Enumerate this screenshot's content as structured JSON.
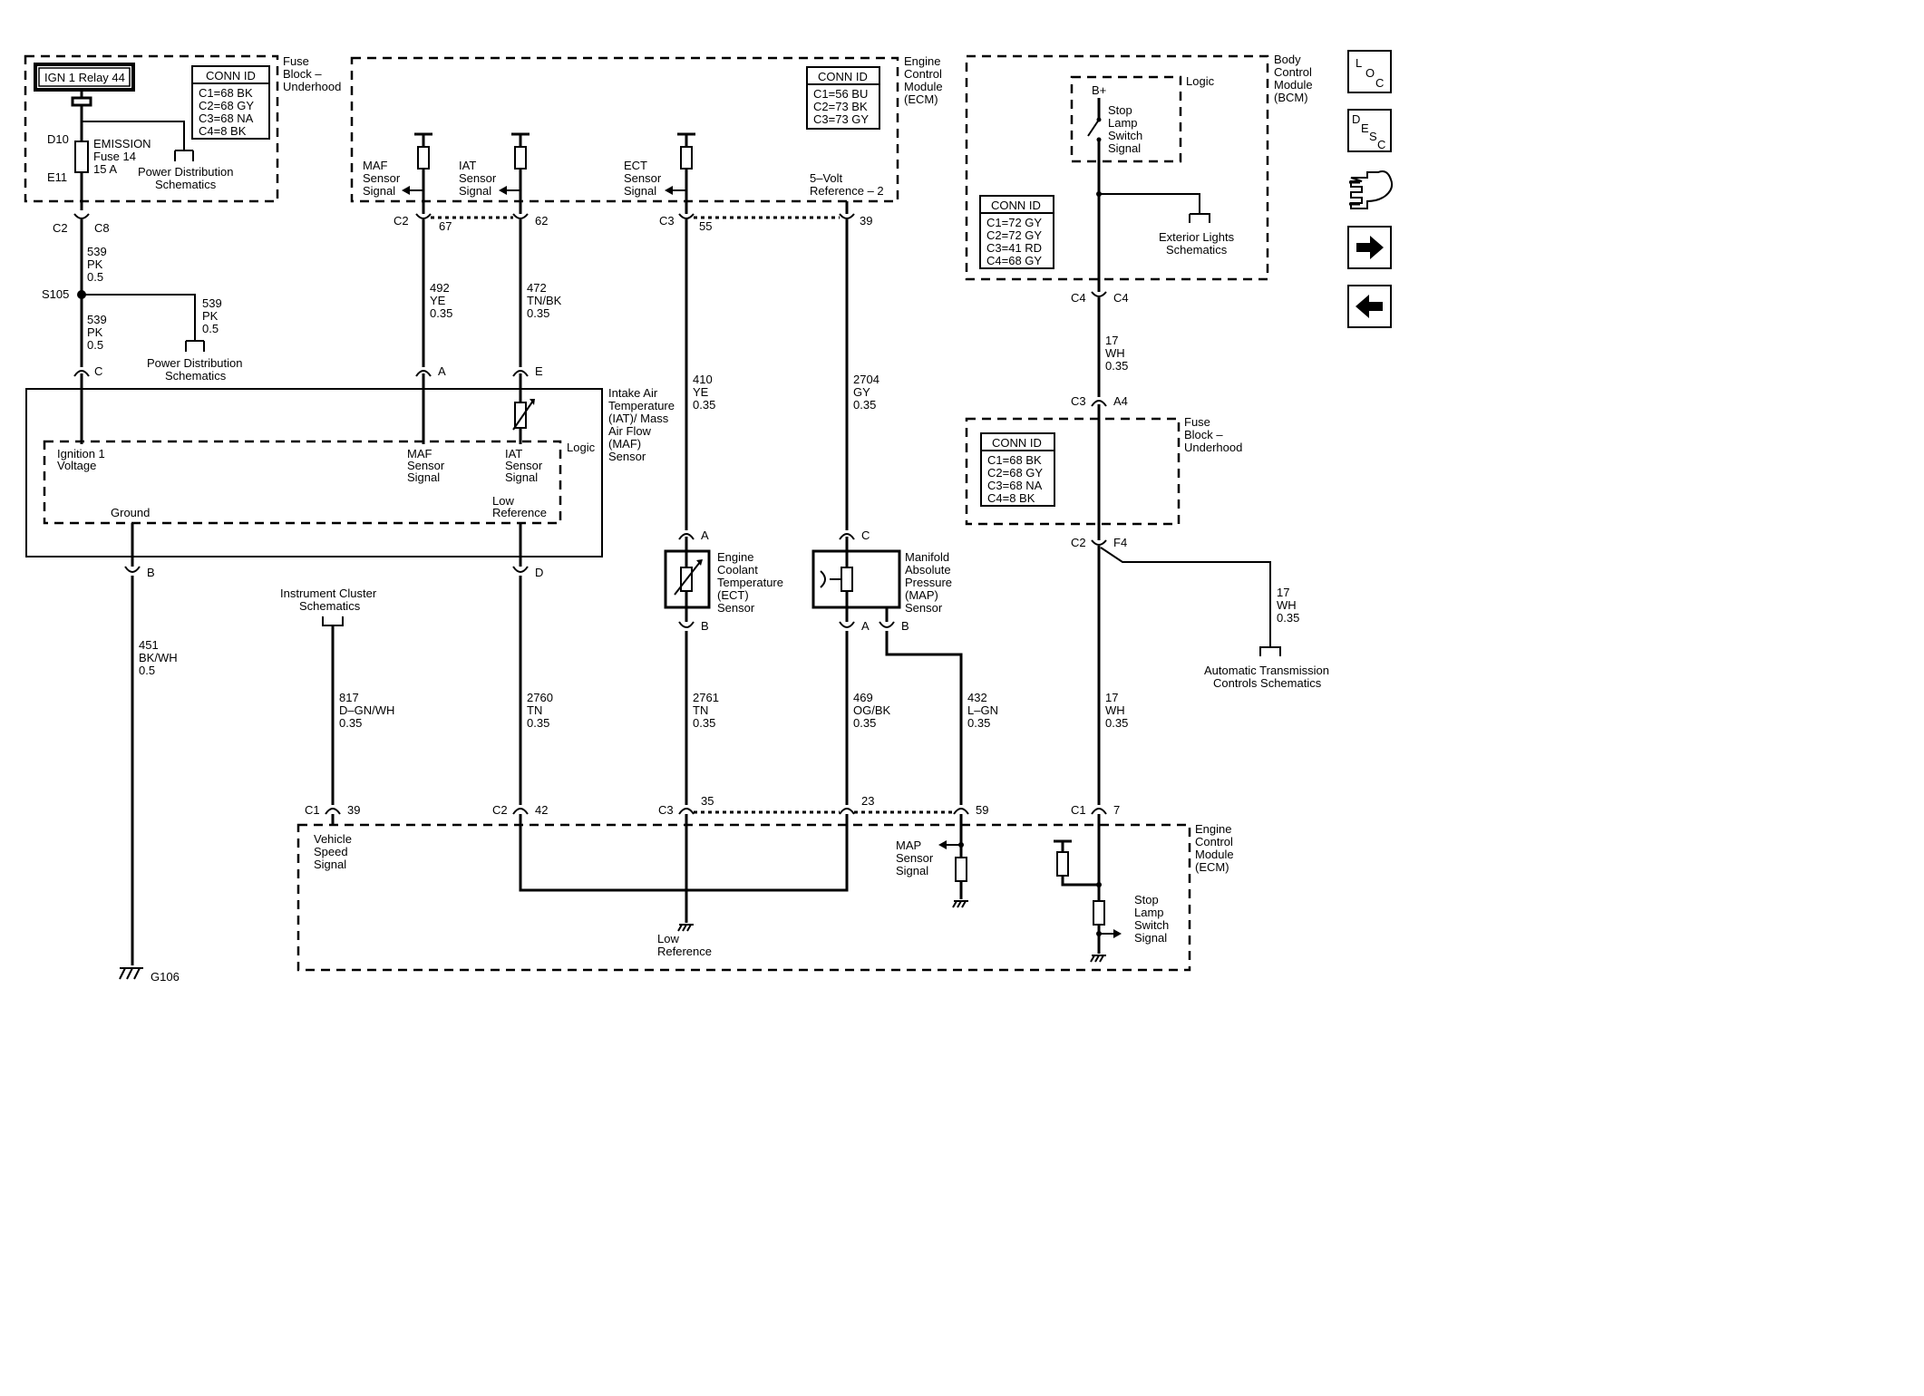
{
  "modules": {
    "fuse_block_1": [
      "Fuse",
      "Block –",
      "Underhood"
    ],
    "ecm_top": [
      "Engine",
      "Control",
      "Module",
      "(ECM)"
    ],
    "bcm": [
      "Body",
      "Control",
      "Module",
      "(BCM)"
    ],
    "fuse_block_2": [
      "Fuse",
      "Block –",
      "Underhood"
    ],
    "ecm_bottom": [
      "Engine",
      "Control",
      "Module",
      "(ECM)"
    ],
    "iat_maf": [
      "Intake Air",
      "Temperature",
      "(IAT)/ Mass",
      "Air Flow",
      "(MAF)",
      "Sensor"
    ],
    "ect": [
      "Engine",
      "Coolant",
      "Temperature",
      "(ECT)",
      "Sensor"
    ],
    "map": [
      "Manifold",
      "Absolute",
      "Pressure",
      "(MAP)",
      "Sensor"
    ]
  },
  "relay_label": "IGN 1 Relay 44",
  "fuse": {
    "pin_top": "D10",
    "pin_bottom": "E11",
    "lines": [
      "EMISSION",
      "Fuse 14",
      "15 A"
    ]
  },
  "conn_tables": {
    "fuse_block_1": {
      "title": "CONN ID",
      "rows": [
        "C1=68 BK",
        "C2=68 GY",
        "C3=68 NA",
        "C4=8 BK"
      ]
    },
    "ecm": {
      "title": "CONN ID",
      "rows": [
        "C1=56 BU",
        "C2=73 BK",
        "C3=73 GY"
      ]
    },
    "bcm": {
      "title": "CONN ID",
      "rows": [
        "C1=72 GY",
        "C2=72 GY",
        "C3=41 RD",
        "C4=68 GY"
      ]
    },
    "fuse_block_2": {
      "title": "CONN ID",
      "rows": [
        "C1=68 BK",
        "C2=68 GY",
        "C3=68 NA",
        "C4=8 BK"
      ]
    }
  },
  "references": {
    "power_dist_1": [
      "Power Distribution",
      "Schematics"
    ],
    "power_dist_2": [
      "Power Distribution",
      "Schematics"
    ],
    "exterior_lights": [
      "Exterior Lights",
      "Schematics"
    ],
    "instrument_cluster": [
      "Instrument Cluster",
      "Schematics"
    ],
    "auto_trans": [
      "Automatic Transmission",
      "Controls Schematics"
    ]
  },
  "ecm_signals": {
    "maf": [
      "MAF",
      "Sensor",
      "Signal"
    ],
    "iat": [
      "IAT",
      "Sensor",
      "Signal"
    ],
    "ect": [
      "ECT",
      "Sensor",
      "Signal"
    ],
    "five_volt": [
      "5–Volt",
      "Reference – 2"
    ],
    "vss": [
      "Vehicle",
      "Speed",
      "Signal"
    ],
    "map": [
      "MAP",
      "Sensor",
      "Signal"
    ],
    "low_ref": [
      "Low",
      "Reference"
    ],
    "stop_lamp": [
      "Stop",
      "Lamp",
      "Switch",
      "Signal"
    ]
  },
  "bcm_logic": {
    "logic": "Logic",
    "bplus": "B+",
    "signal": [
      "Stop",
      "Lamp",
      "Switch",
      "Signal"
    ]
  },
  "sensor_internal": {
    "logic": "Logic",
    "ignition": [
      "Ignition 1",
      "Voltage"
    ],
    "maf": [
      "MAF",
      "Sensor",
      "Signal"
    ],
    "iat": [
      "IAT",
      "Sensor",
      "Signal"
    ],
    "ground": "Ground",
    "low_ref": [
      "Low",
      "Reference"
    ]
  },
  "connectors": {
    "c2_c8": [
      "C2",
      "C8"
    ],
    "c_pin": "C",
    "maf_c2": "C2",
    "maf_pin": "67",
    "iat_pin": "62",
    "ect_c3": "C3",
    "ect_pin": "55",
    "ref_pin": "39",
    "sensor_a": "A",
    "sensor_e": "E",
    "sensor_b": "B",
    "sensor_d": "D",
    "ect_a": "A",
    "ect_b": "B",
    "map_c": "C",
    "map_a": "A",
    "map_b": "B",
    "bcm_c4": [
      "C4",
      "C4"
    ],
    "fb_c3": "C3",
    "fb_a4": "A4",
    "fb_c2": "C2",
    "fb_f4": "F4",
    "vss_c1": "C1",
    "vss_pin": "39",
    "low_c2": "C2",
    "low_pin": "42",
    "ect_c3b": "C3",
    "ect_pin_b": "35",
    "map_pin_a": "23",
    "map_pin_b": "59",
    "stop_c1": "C1",
    "stop_pin": "7"
  },
  "splice": "S105",
  "ground": "G106",
  "wires": {
    "w539a": [
      "539",
      "PK",
      "0.5"
    ],
    "w539b": [
      "539",
      "PK",
      "0.5"
    ],
    "w539c": [
      "539",
      "PK",
      "0.5"
    ],
    "w492": [
      "492",
      "YE",
      "0.35"
    ],
    "w472": [
      "472",
      "TN/BK",
      "0.35"
    ],
    "w410": [
      "410",
      "YE",
      "0.35"
    ],
    "w2704": [
      "2704",
      "GY",
      "0.35"
    ],
    "w17a": [
      "17",
      "WH",
      "0.35"
    ],
    "w17b": [
      "17",
      "WH",
      "0.35"
    ],
    "w17c": [
      "17",
      "WH",
      "0.35"
    ],
    "w451": [
      "451",
      "BK/WH",
      "0.5"
    ],
    "w817": [
      "817",
      "D–GN/WH",
      "0.35"
    ],
    "w2760": [
      "2760",
      "TN",
      "0.35"
    ],
    "w2761": [
      "2761",
      "TN",
      "0.35"
    ],
    "w469": [
      "469",
      "OG/BK",
      "0.35"
    ],
    "w432": [
      "432",
      "L–GN",
      "0.35"
    ]
  },
  "nav": {
    "loc": [
      "L",
      "O",
      "C"
    ],
    "desc": [
      "D",
      "E",
      "S",
      "C"
    ]
  }
}
